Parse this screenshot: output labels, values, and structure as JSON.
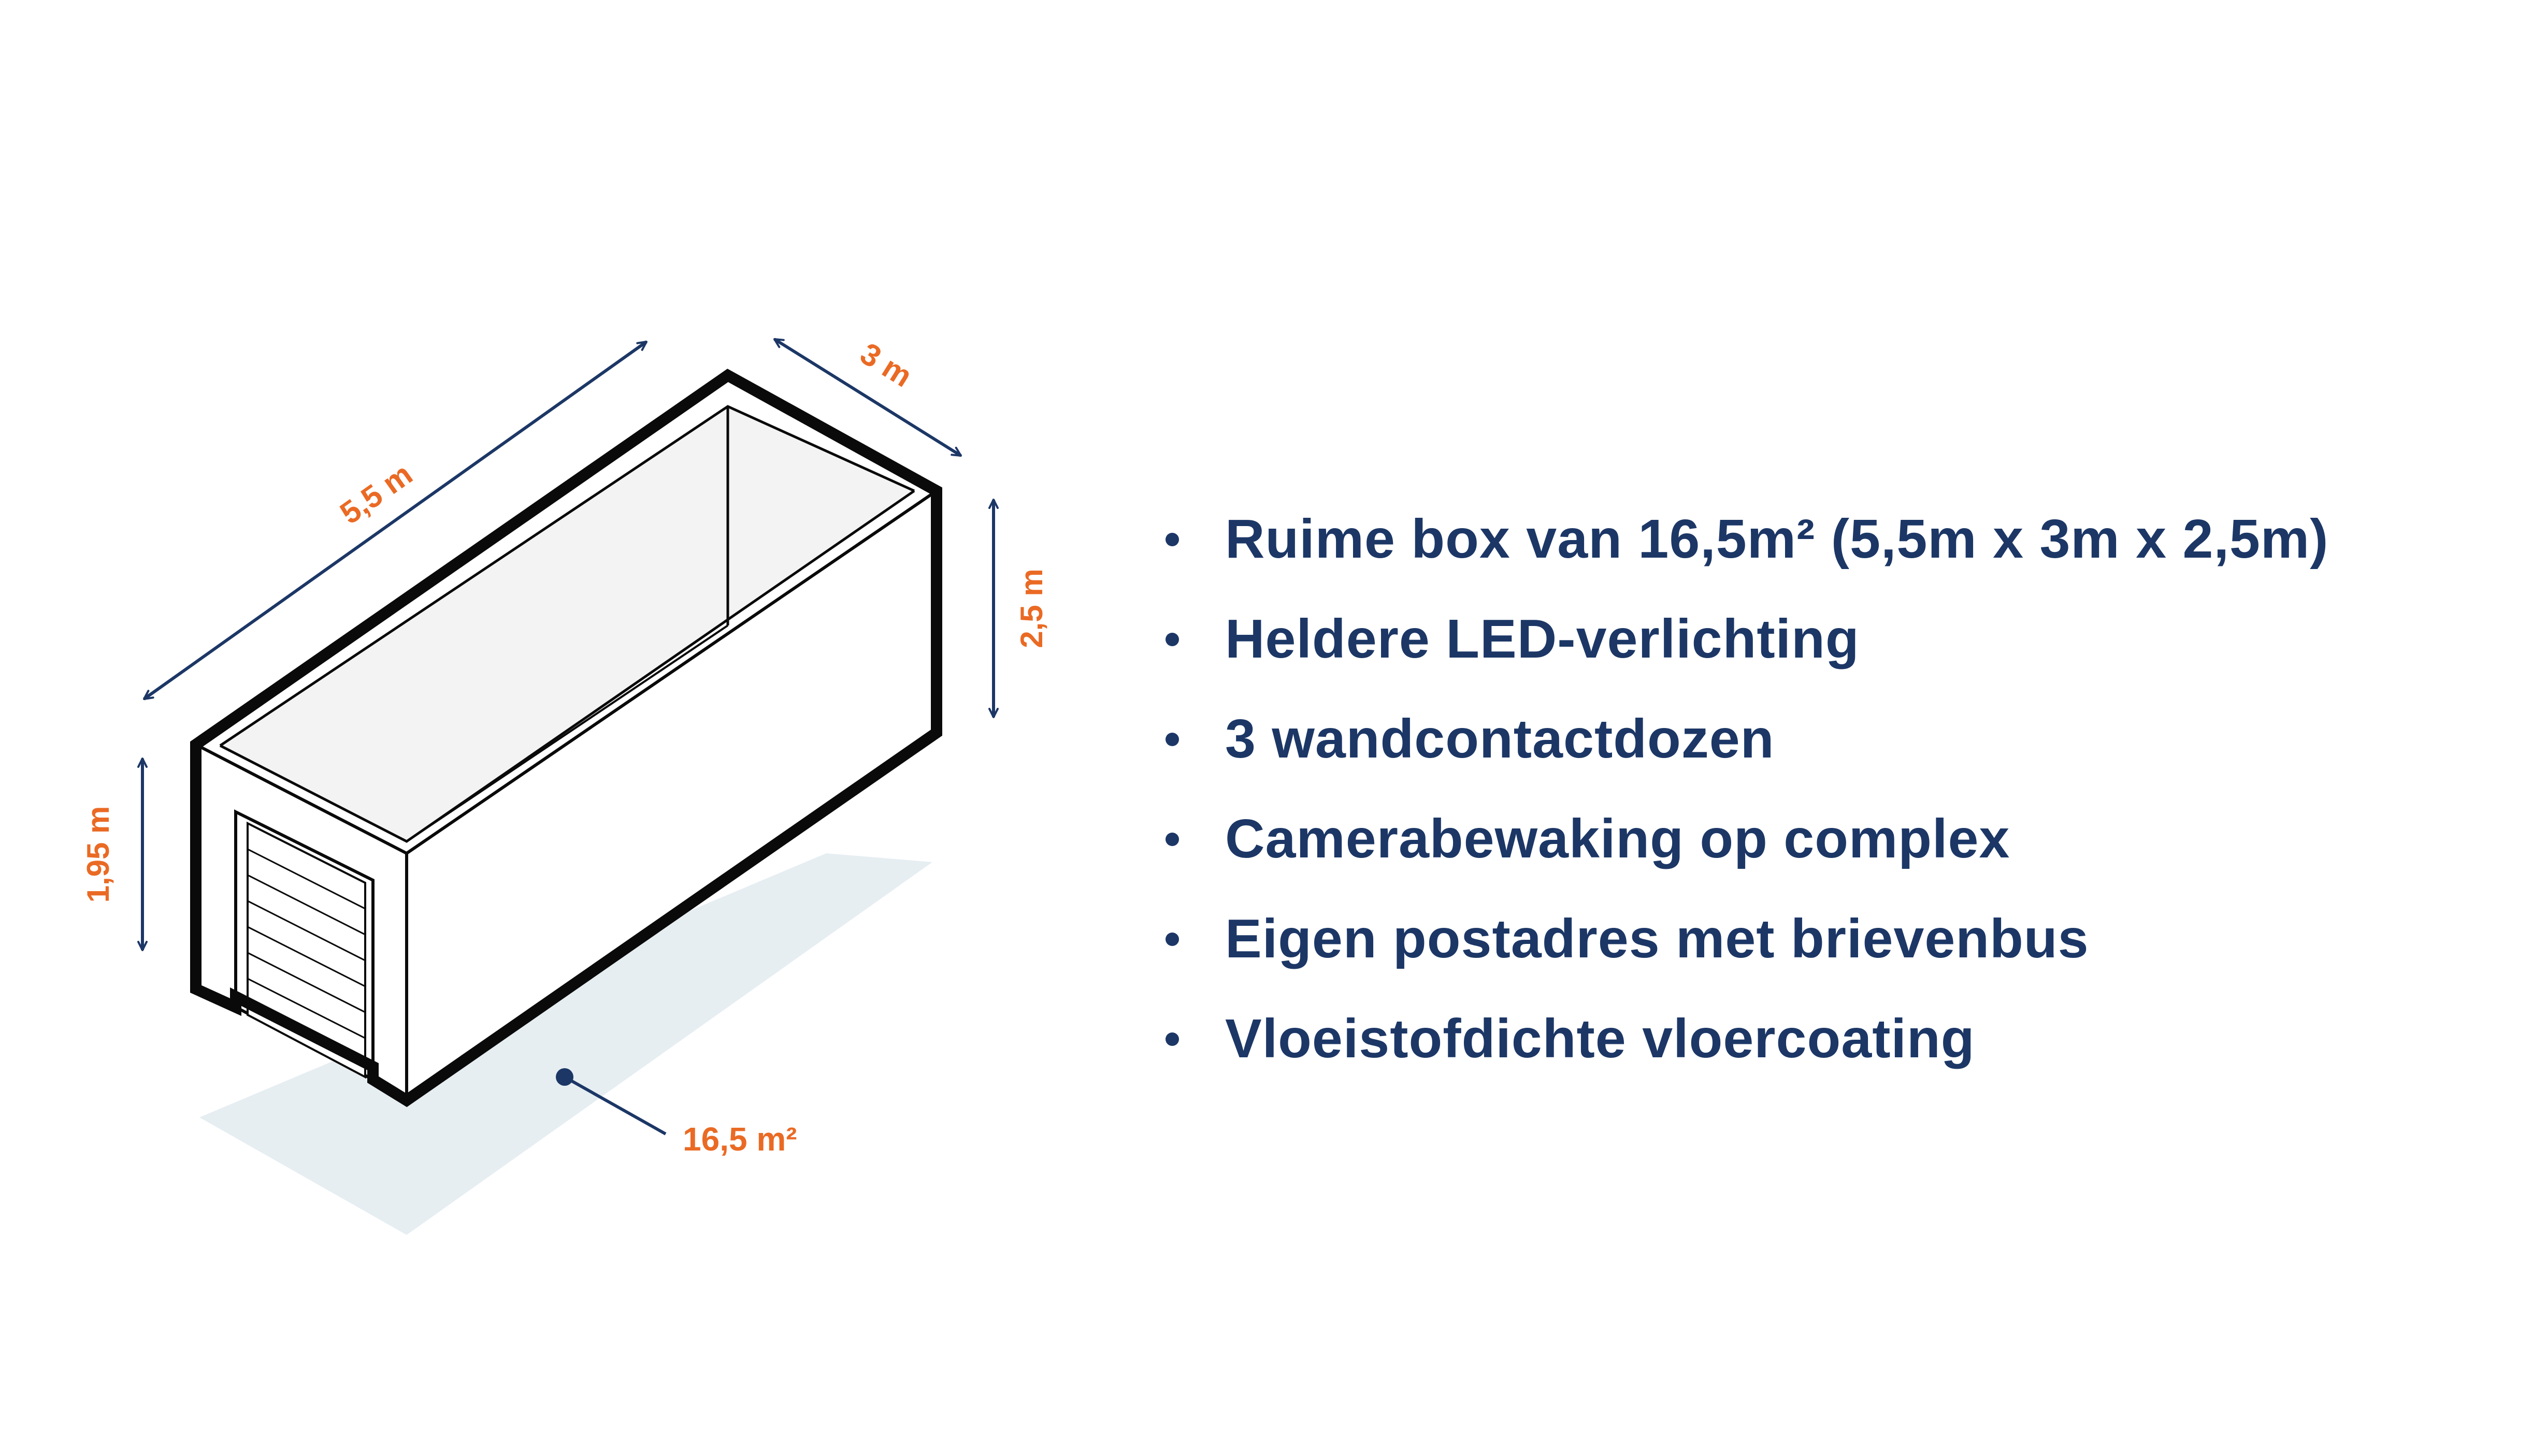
{
  "colors": {
    "navy": "#1c3766",
    "orange": "#ea6a24",
    "outline": "#0a0a0a",
    "floor_shadow": "#e6eef2",
    "inner_wall": "#f2f2f2",
    "box_fill": "#ffffff"
  },
  "dimensions": {
    "length": "5,5 m",
    "width": "3 m",
    "height": "2,5 m",
    "door_height": "1,95 m",
    "area": "16,5 m²"
  },
  "features": [
    "Ruime box van 16,5m² (5,5m x 3m x 2,5m)",
    "Heldere LED-verlichting",
    "3 wandcontactdozen",
    "Camerabewaking op complex",
    "Eigen postadres met brievenbus",
    "Vloeistofdichte vloercoating"
  ],
  "icons": {
    "bullet": "bullet-dot-icon",
    "door": "roller-door-icon",
    "arrow": "double-arrow-icon"
  }
}
